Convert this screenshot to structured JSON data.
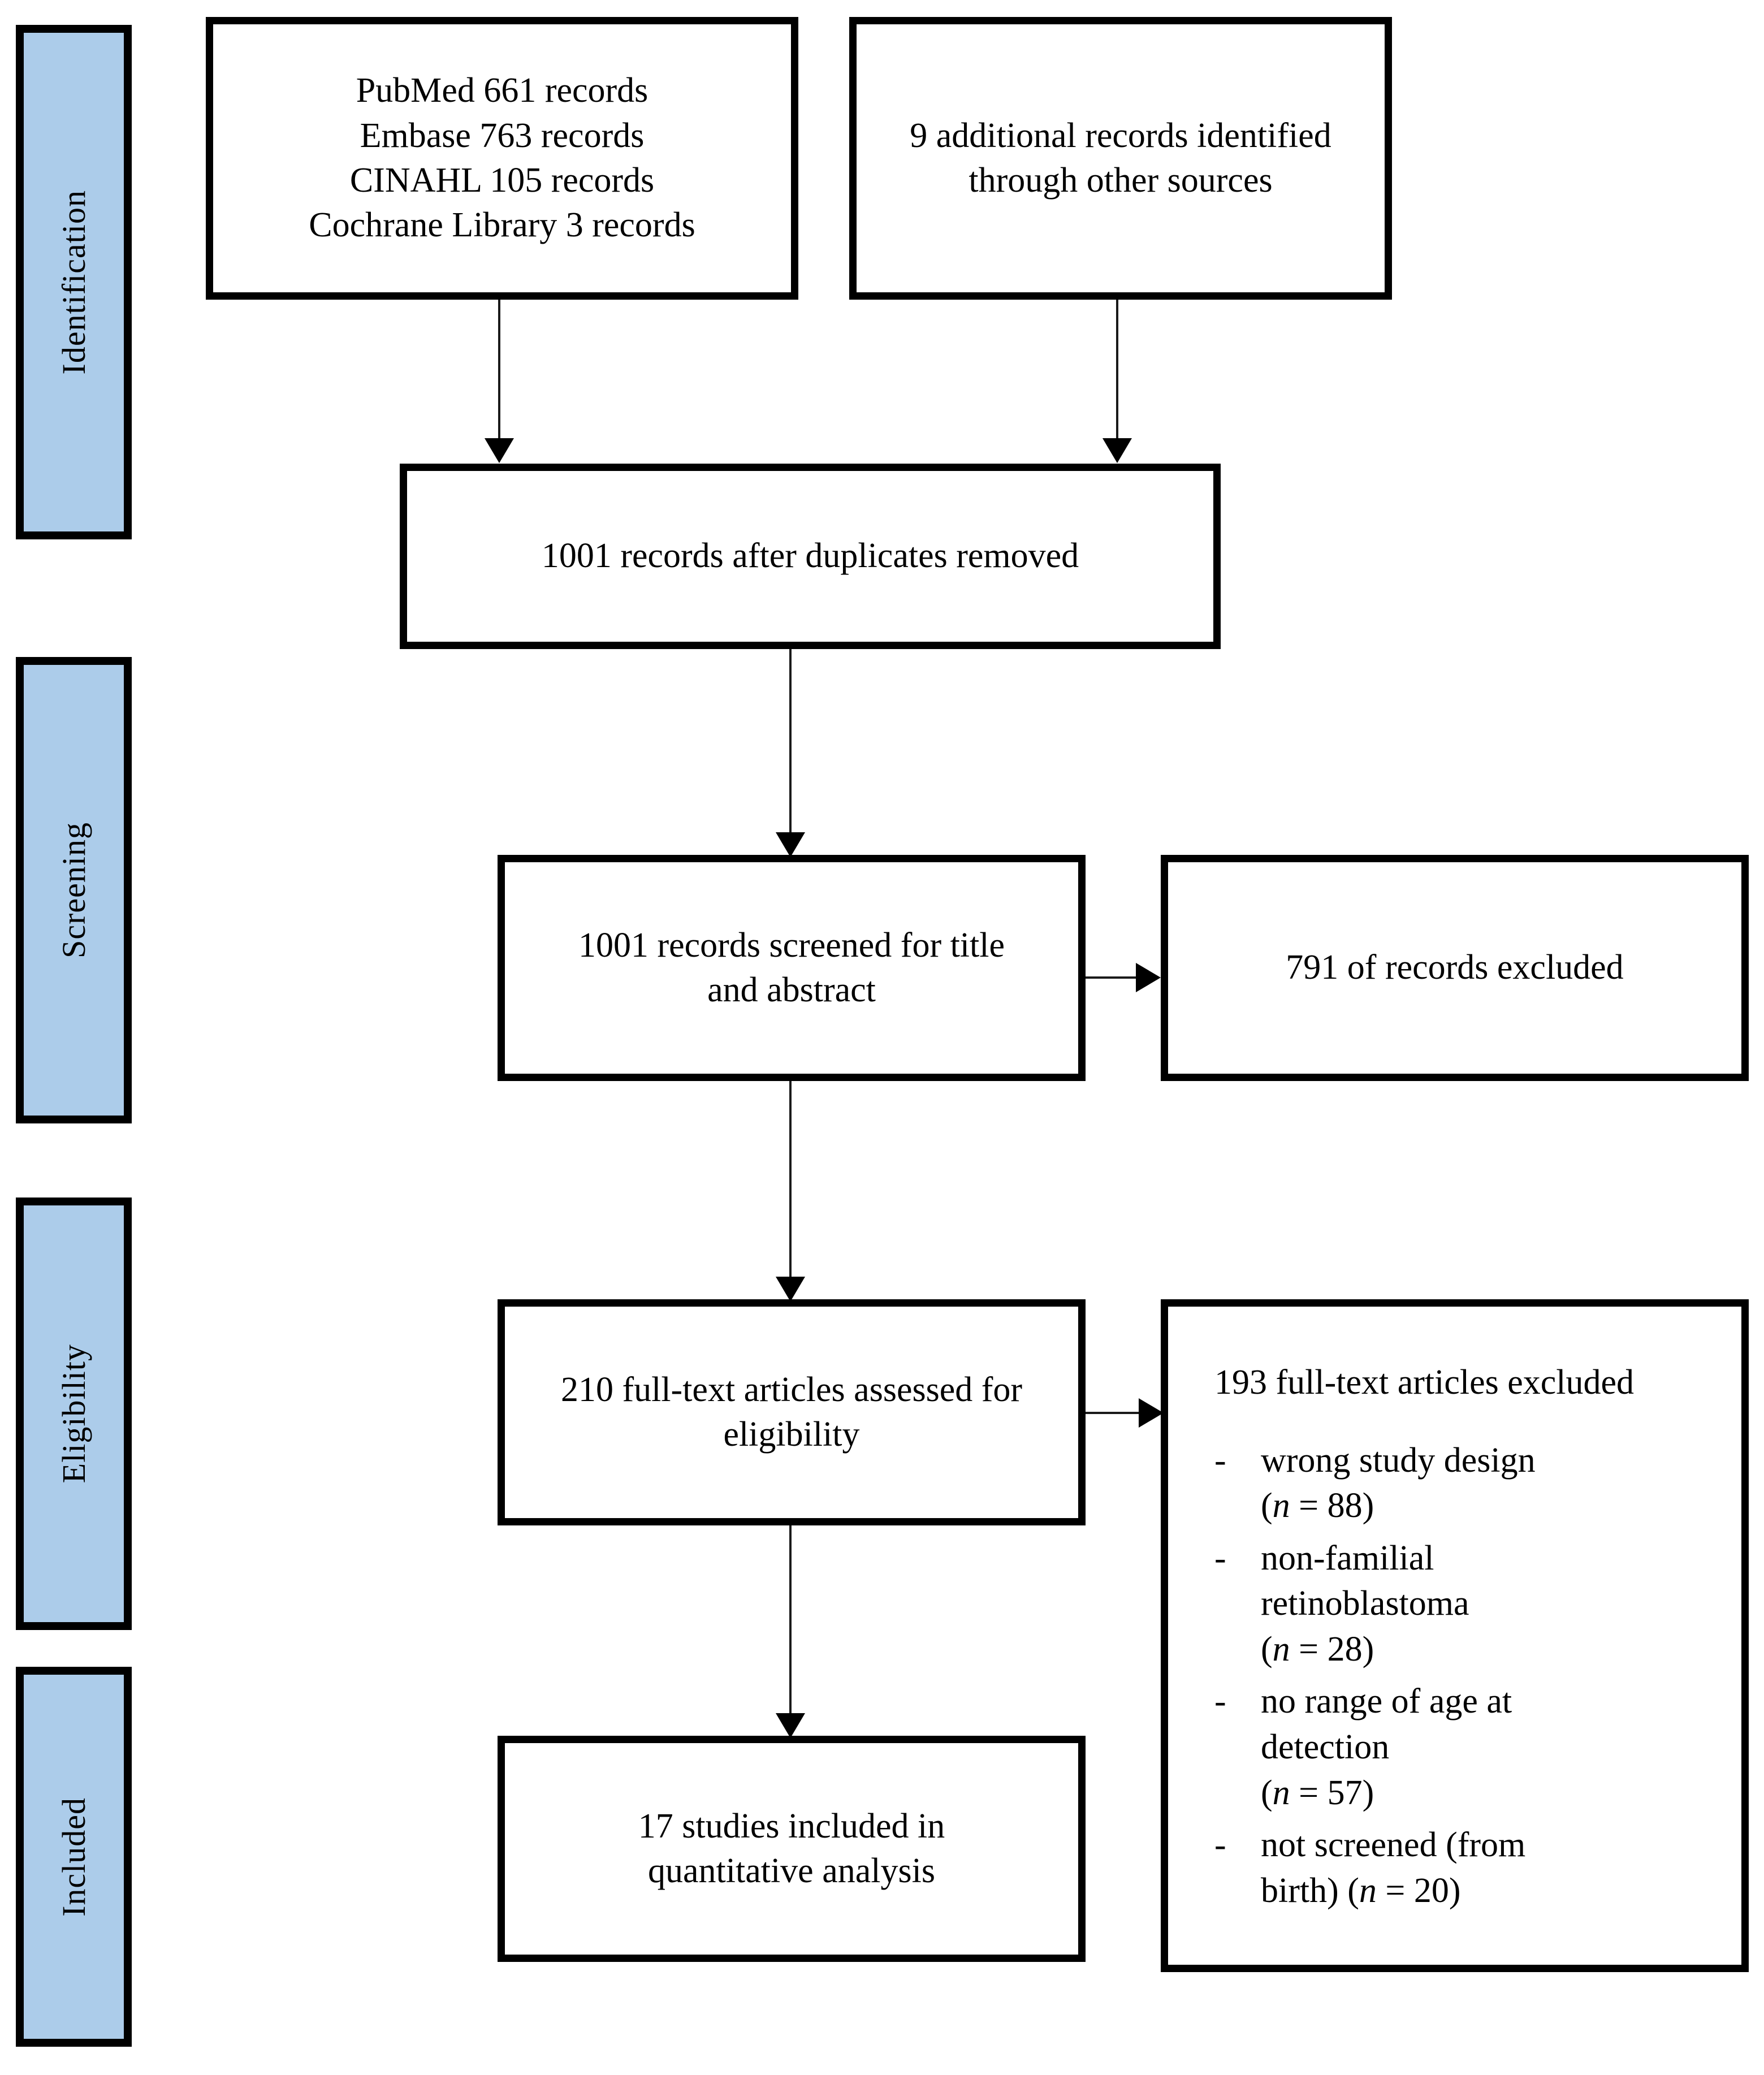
{
  "diagram": {
    "type": "prisma-flow-diagram",
    "stages": [
      {
        "key": "identification",
        "label": "Identification"
      },
      {
        "key": "screening",
        "label": "Screening"
      },
      {
        "key": "eligibility",
        "label": "Eligibility"
      },
      {
        "key": "included",
        "label": "Included"
      }
    ],
    "colors": {
      "stage_fill": "#acccea",
      "box_border": "#000000",
      "box_fill": "#ffffff",
      "connector": "#1a1a1a",
      "text": "#000000"
    },
    "boxes": {
      "database_records": {
        "text": "PubMed 661 records\nEmbase 763 records\nCINAHL 105 records\nCochrane Library 3 records",
        "sources": [
          {
            "name": "PubMed",
            "records": 661
          },
          {
            "name": "Embase",
            "records": 763
          },
          {
            "name": "CINAHL",
            "records": 105
          },
          {
            "name": "Cochrane Library",
            "records": 3
          }
        ]
      },
      "additional_records": {
        "text": "9 additional records identified\nthrough other sources",
        "count": 9
      },
      "after_duplicates": {
        "text": "1001 records after duplicates removed",
        "count": 1001
      },
      "screened": {
        "text": "1001 records screened for title\nand abstract",
        "count": 1001
      },
      "records_excluded": {
        "text": "791 of records excluded",
        "count": 791
      },
      "full_text_assessed": {
        "text": "210 full-text articles assessed for\neligibility",
        "count": 210
      },
      "studies_included": {
        "text": "17 studies included in\nquantitative analysis",
        "count": 17
      },
      "full_text_excluded": {
        "heading": "193 full-text articles excluded",
        "count": 193,
        "bullet": "-",
        "reasons": [
          {
            "reason": "wrong study design",
            "n": 88,
            "display": "wrong study design\n(n = 88)"
          },
          {
            "reason": "non-familial retinoblastoma",
            "n": 28,
            "display": "non-familial\nretinoblastoma\n(n = 28)"
          },
          {
            "reason": "no range of age at detection",
            "n": 57,
            "display": "no range of age at\ndetection\n(n = 57)"
          },
          {
            "reason": "not screened (from birth)",
            "n": 20,
            "display": "not screened (from\nbirth) (n = 20)"
          }
        ]
      }
    }
  }
}
